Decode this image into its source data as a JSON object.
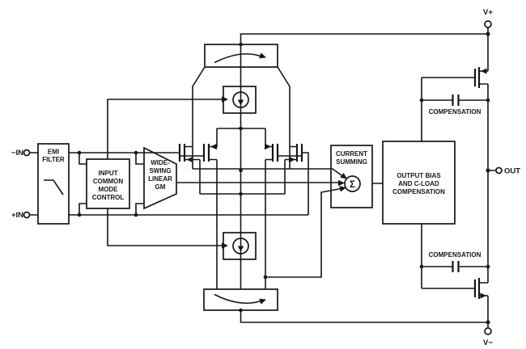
{
  "labels": {
    "emi_filter": [
      "EMI",
      "FILTER"
    ],
    "input_cm": [
      "INPUT",
      "COMMON",
      "MODE",
      "CONTROL"
    ],
    "gm": [
      "WIDE-",
      "SWING",
      "LINEAR",
      "GM"
    ],
    "current_summing": [
      "CURRENT",
      "SUMMING"
    ],
    "output_bias": [
      "OUTPUT BIAS",
      "AND C-LOAD",
      "COMPENSATION"
    ],
    "compensation_top": "COMPENSATION",
    "compensation_bottom": "COMPENSATION",
    "sigma": "Σ",
    "v_plus": "V+",
    "v_minus": "V−",
    "out": "OUT",
    "in_neg": "−IN",
    "in_pos": "+IN"
  },
  "colors": {
    "line": "#161616",
    "background": "#ffffff"
  }
}
